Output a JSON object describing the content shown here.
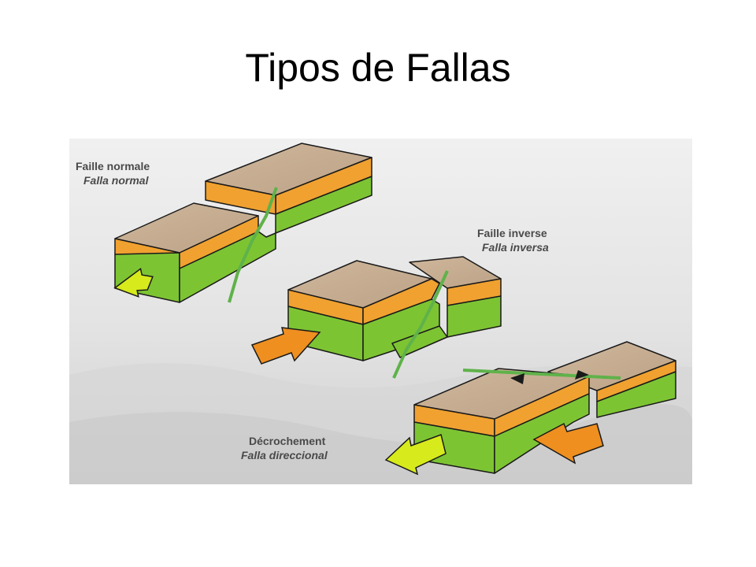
{
  "slide": {
    "title": "Tipos de Fallas"
  },
  "figure": {
    "labels": {
      "normal_fr": "Faille normale",
      "normal_es": "Falla normal",
      "inverse_fr": "Faille inverse",
      "inverse_es": "Falla inversa",
      "strike_fr": "Décrochement",
      "strike_es": "Falla direccional"
    }
  },
  "colors": {
    "top_face": "#c7ae93",
    "orange_layer": "#f0a130",
    "green_layer": "#7dc433",
    "fault_line": "#5fb24a",
    "arrow_yellow": "#d7ea1c",
    "arrow_orange": "#ee8f20",
    "outline": "#1a1a1a"
  }
}
